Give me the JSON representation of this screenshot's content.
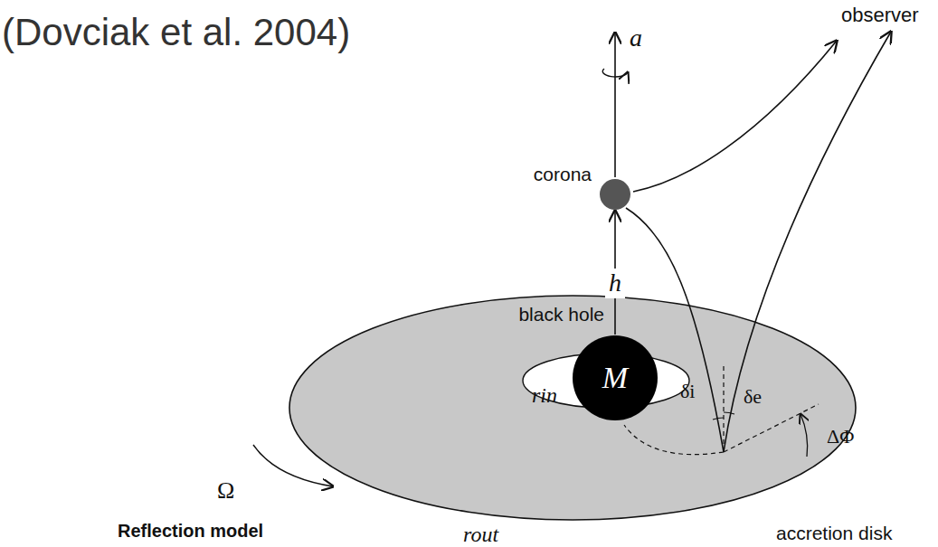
{
  "diagram": {
    "nodes": [
      {
        "text": [
          "corona"
        ]
      },
      {
        "text": [
          "accretion disk"
        ]
      },
      {
        "text": [
          "black hole",
          "M"
        ],
        "in": 1
      }
    ],
    "edges": [
      {
        "from": 2,
        "to": 0,
        "arrow": "to",
        "label": "h"
      }
    ],
    "labels": [
      "(Dovciak et al. 2004)",
      "observer",
      "a",
      "δi",
      "δe",
      "ΔΦ",
      "rin",
      "Ω",
      "rout",
      "Reflection model"
    ]
  }
}
